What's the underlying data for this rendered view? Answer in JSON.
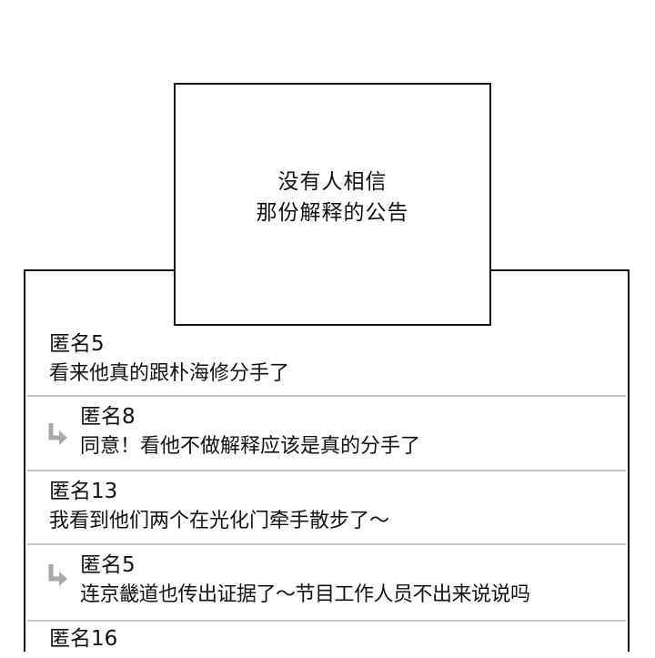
{
  "caption": {
    "line1": "没有人相信",
    "line2": "那份解释的公告"
  },
  "comments": [
    {
      "author": "匿名5",
      "text": "看来他真的跟朴海修分手了",
      "is_reply": false
    },
    {
      "author": "匿名8",
      "text": "同意！看他不做解释应该是真的分手了",
      "is_reply": true
    },
    {
      "author": "匿名13",
      "text": "我看到他们两个在光化门牵手散步了～",
      "is_reply": false
    },
    {
      "author": "匿名5",
      "text": "连京畿道也传出证据了～节目工作人员不出来说说吗",
      "is_reply": true
    },
    {
      "author": "匿名16",
      "text": "",
      "is_reply": false
    }
  ],
  "colors": {
    "border": "#111111",
    "divider": "#c6c6c6",
    "reply_icon": "#a8a8a8"
  }
}
